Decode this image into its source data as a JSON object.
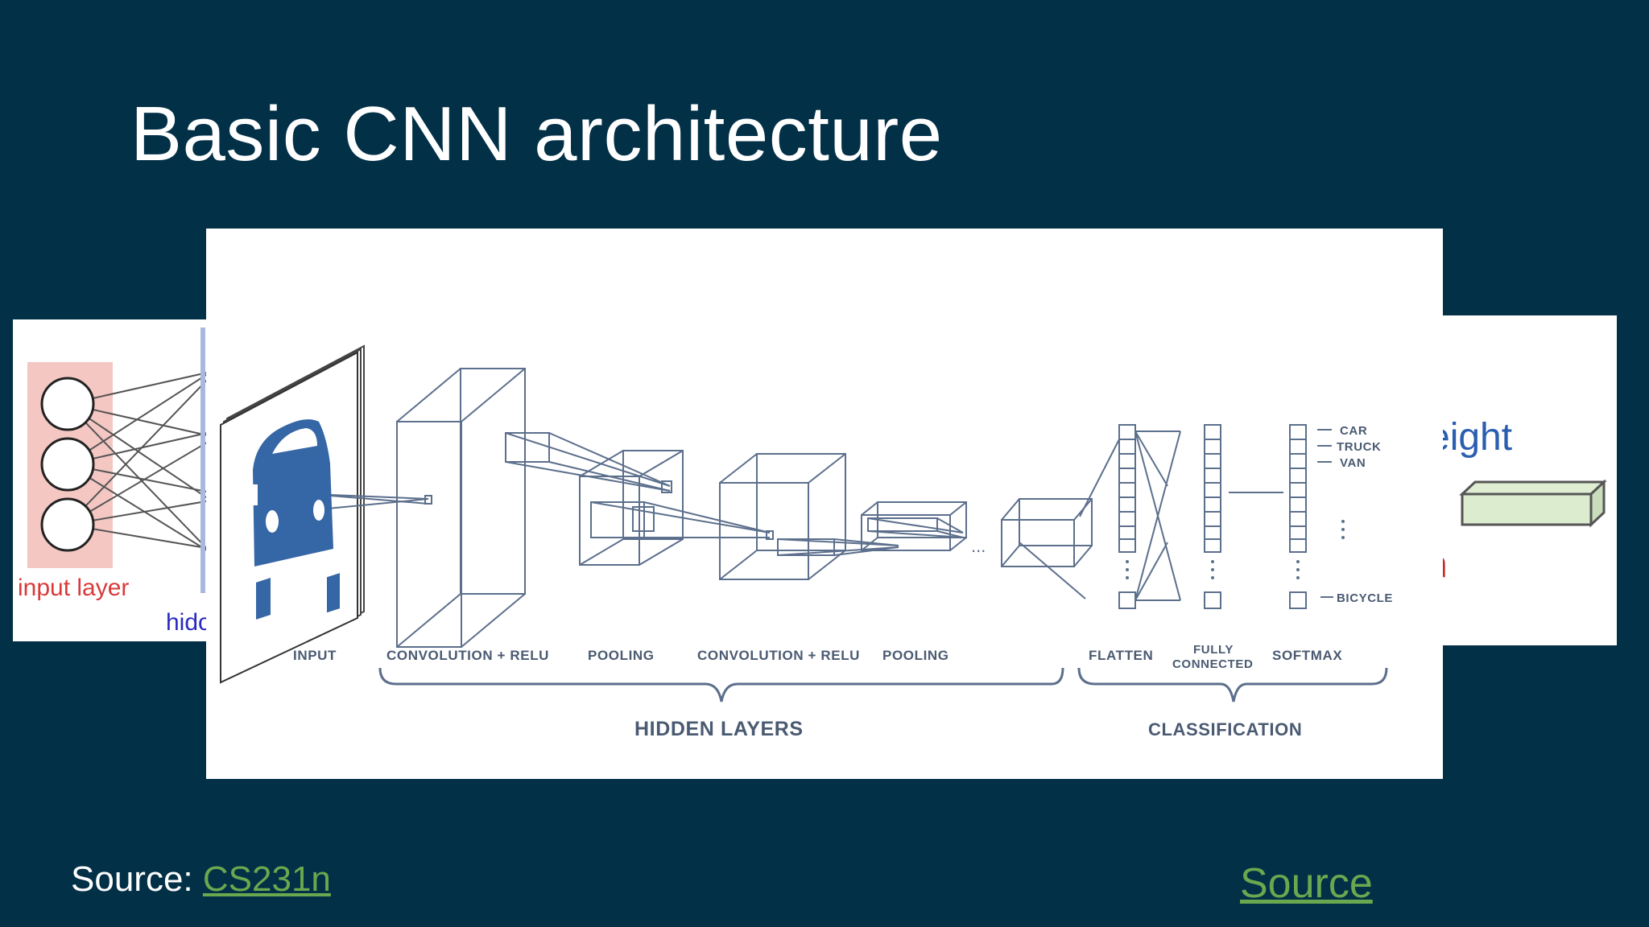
{
  "slide": {
    "title": "Basic CNN architecture"
  },
  "left_figure": {
    "input_layer_label": "input layer",
    "hidden_label_fragment": "hidc"
  },
  "right_figure": {
    "weight_fragment": "eight",
    "h_fragment": "h"
  },
  "cnn_diagram": {
    "stage_labels": {
      "input": "INPUT",
      "conv1": "CONVOLUTION + RELU",
      "pool1": "POOLING",
      "conv2": "CONVOLUTION + RELU",
      "pool2": "POOLING",
      "flatten": "FLATTEN",
      "fully_connected_line1": "FULLY",
      "fully_connected_line2": "CONNECTED",
      "softmax": "SOFTMAX"
    },
    "group_labels": {
      "hidden_layers": "HIDDEN LAYERS",
      "classification": "CLASSIFICATION"
    },
    "output_classes": [
      "CAR",
      "TRUCK",
      "VAN",
      "BICYCLE"
    ],
    "ellipsis": "...",
    "colors": {
      "line": "#5c6f8c",
      "car": "#3566a5",
      "label": "#4a5a72"
    }
  },
  "footer": {
    "source_prefix": "Source: ",
    "cs231n_link": "CS231n",
    "source_link": "Source"
  }
}
